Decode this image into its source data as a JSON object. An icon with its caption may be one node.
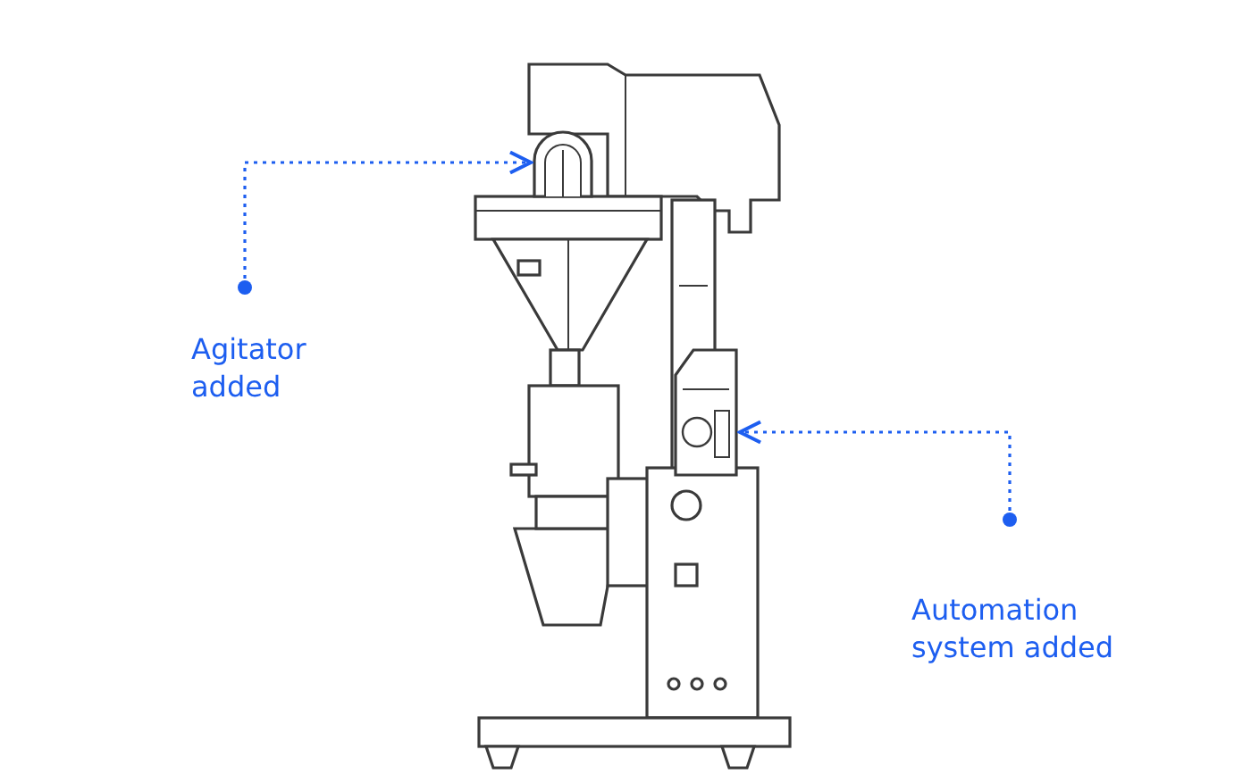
{
  "diagram": {
    "nodes": [
      {
        "text": [
          "Agitator added"
        ]
      },
      {
        "text": [],
        "shape": "picture"
      },
      {
        "text": [
          "Automation system added"
        ]
      },
      {
        "text": [],
        "shape": "picture"
      }
    ],
    "edges": [
      {
        "from": 0,
        "to": 1,
        "arrow": "to",
        "style": "dashed"
      },
      {
        "from": 2,
        "to": 3,
        "arrow": "to",
        "style": "dashed"
      }
    ]
  }
}
